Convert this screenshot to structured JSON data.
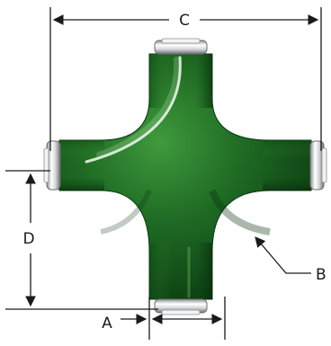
{
  "diagram": {
    "labels": {
      "a": "A",
      "b": "B",
      "c": "C",
      "d": "D"
    }
  },
  "colors": {
    "body_dark": "#0b3a10",
    "body_mid": "#1f6b24",
    "body_light": "#3f9a3c",
    "highlight": "#e9f5e4",
    "end_cap_light": "#ffffff",
    "end_cap_dark": "#8d8f92",
    "dimension_line": "#1a1a1a"
  }
}
